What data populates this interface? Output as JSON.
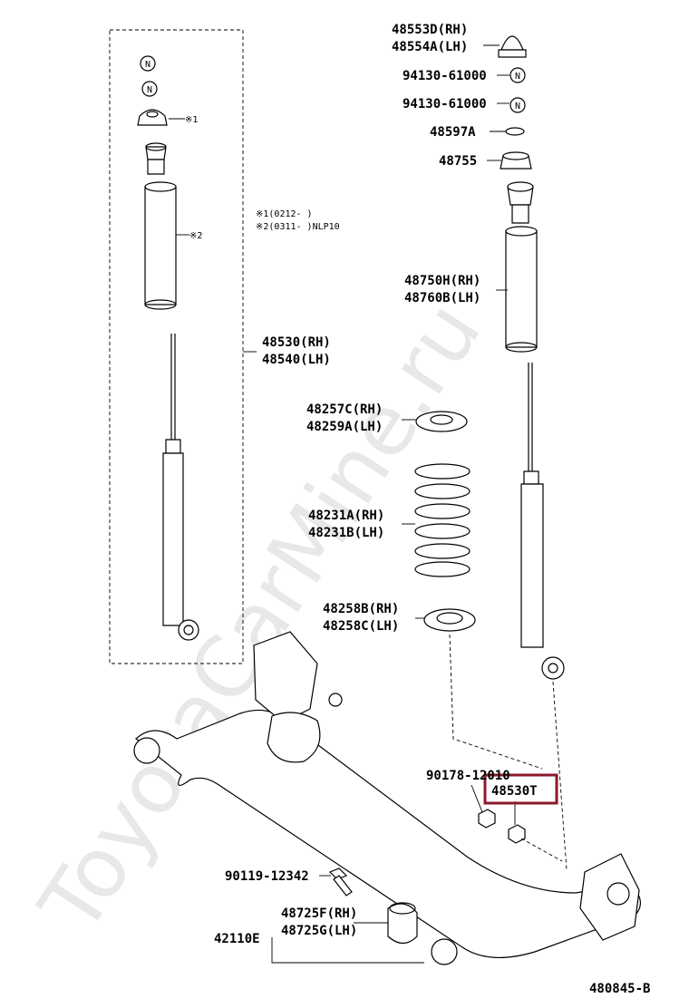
{
  "watermark": "ToyotaCarMine.ru",
  "diagram_code": "480845-B",
  "notes": {
    "n1": "※1(0212-    )",
    "n2": "※2(0311-    )NLP10",
    "mark1": "※1",
    "mark2": "※2"
  },
  "labels": {
    "l48553D": "48553D(RH)",
    "l48554A": "48554A(LH)",
    "l94130a": "94130-61000",
    "l94130b": "94130-61000",
    "l48597A": "48597A",
    "l48755": "48755",
    "l48750H": "48750H(RH)",
    "l48760B": "48760B(LH)",
    "l48530": "48530(RH)",
    "l48540": "48540(LH)",
    "l48257C": "48257C(RH)",
    "l48259A": "48259A(LH)",
    "l48231A": "48231A(RH)",
    "l48231B": "48231B(LH)",
    "l48258B": "48258B(RH)",
    "l48258C": "48258C(LH)",
    "l90178": "90178-12010",
    "l48530T": "48530T",
    "l90119": "90119-12342",
    "l48725F": "48725F(RH)",
    "l48725G": "48725G(LH)",
    "l42110E": "42110E"
  },
  "highlight_color": "#8b1a2b",
  "nut_symbol": "N"
}
